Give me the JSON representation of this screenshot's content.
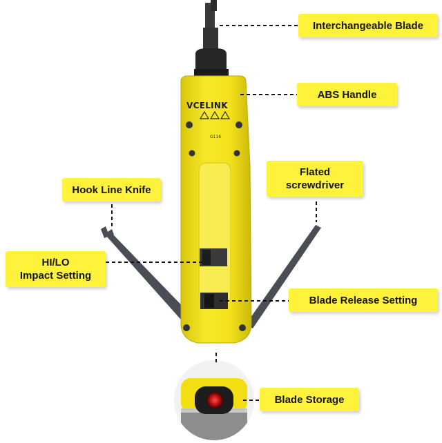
{
  "labels": {
    "blade": "Interchangeable Blade",
    "handle": "ABS Handle",
    "hook_knife": "Hook Line Knife",
    "screwdriver_line1": "Flated",
    "screwdriver_line2": "screwdriver",
    "impact_line1": "HI/LO",
    "impact_line2": "Impact Setting",
    "release": "Blade Release Setting",
    "storage": "Blade Storage"
  },
  "tool": {
    "brand": "VCELINK",
    "model": "G116"
  },
  "colors": {
    "label_bg": "#fff23a",
    "tool_yellow": "#f3e21b",
    "tool_dark": "#2b2b2b",
    "blade_gray": "#4b4d55"
  }
}
